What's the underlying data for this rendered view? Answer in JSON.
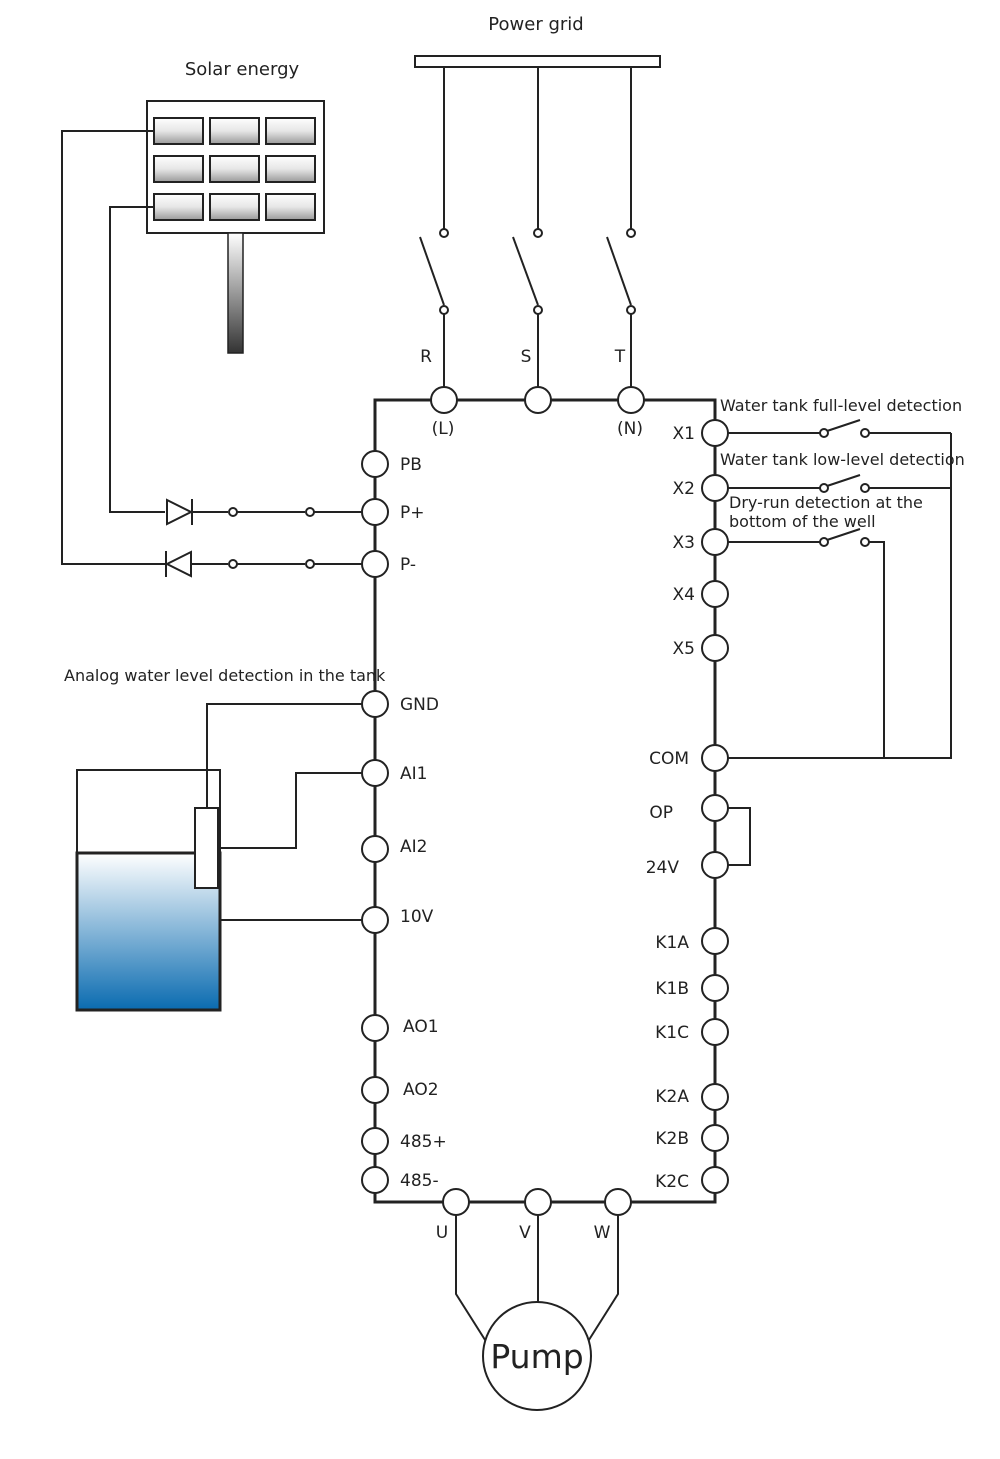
{
  "titles": {
    "power_grid": "Power grid",
    "solar_energy": "Solar energy",
    "analog_detection": "Analog water level detection in the tank",
    "full_level": "Water tank full-level detection",
    "low_level": "Water tank low-level detection",
    "dry_run_line1": "Dry-run detection at the",
    "dry_run_line2": "bottom of the well"
  },
  "grid_phases": {
    "r": "R",
    "s": "S",
    "t": "T",
    "l": "(L)",
    "n": "(N)"
  },
  "left_terminals": {
    "pb": "PB",
    "p_plus": "P+",
    "p_minus": "P-",
    "gnd": "GND",
    "ai1": "AI1",
    "ai2": "AI2",
    "v10": "10V",
    "ao1": "AO1",
    "ao2": "AO2",
    "rs485_plus": "485+",
    "rs485_minus": "485-"
  },
  "right_terminals": {
    "x1": "X1",
    "x2": "X2",
    "x3": "X3",
    "x4": "X4",
    "x5": "X5",
    "com": "COM",
    "op": "OP",
    "v24": "24V",
    "k1a": "K1A",
    "k1b": "K1B",
    "k1c": "K1C",
    "k2a": "K2A",
    "k2b": "K2B",
    "k2c": "K2C"
  },
  "motor_outputs": {
    "u": "U",
    "v": "V",
    "w": "W"
  },
  "pump": {
    "label": "Pump"
  },
  "colors": {
    "line": "#222222",
    "water_top": "#ffffff",
    "water_bottom": "#0a6bb0"
  }
}
